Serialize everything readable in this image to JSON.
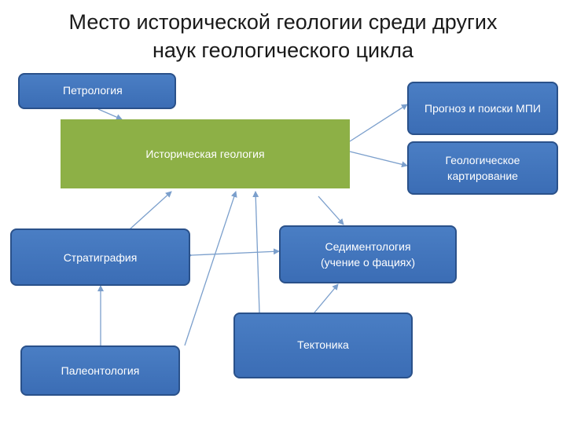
{
  "title": {
    "line1": "Место исторической геологии среди других",
    "line2": "наук геологического цикла"
  },
  "nodes": {
    "petrology": "Петрология",
    "forecast": "Прогноз и поиски МПИ",
    "historical": "Историческая геология",
    "mapping": "Геологическое картирование",
    "stratigraphy": "Стратиграфия",
    "sedimentology": "Седиментология (учение о фациях)",
    "tectonics": "Тектоника",
    "paleontology": "Палеонтология"
  },
  "colors": {
    "node_fill": "#3f72ba",
    "node_border": "#2a518a",
    "central_fill": "#8db046",
    "arrow": "#7b9fcc"
  }
}
